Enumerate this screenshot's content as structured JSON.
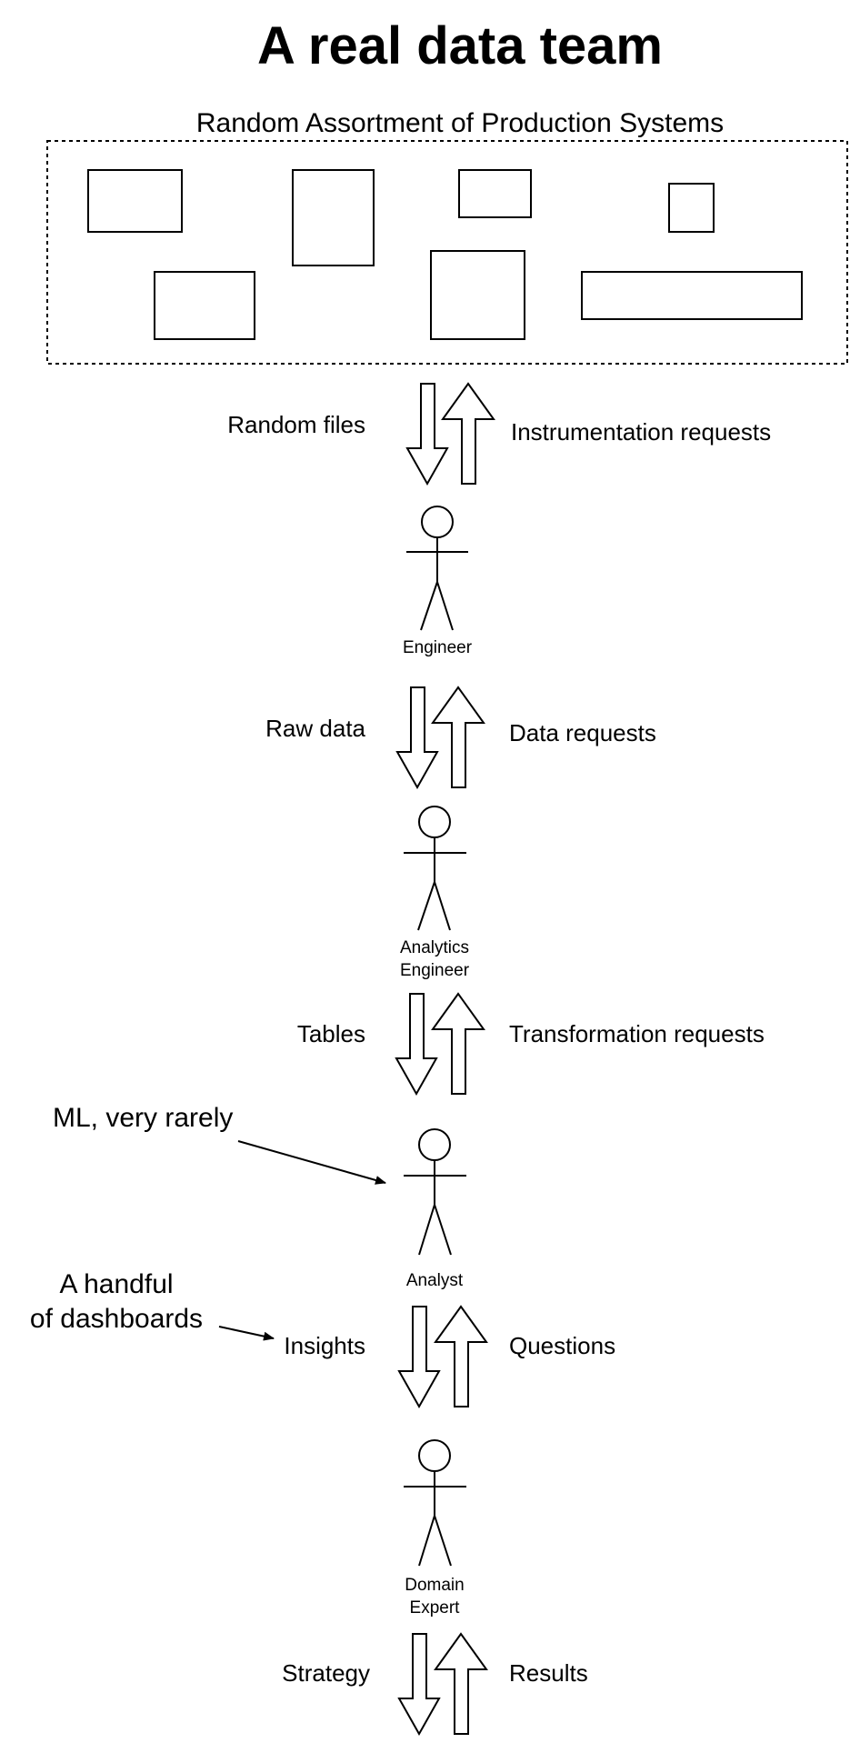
{
  "title": "A real data team",
  "production_box": {
    "label": "Random Assortment of Production Systems"
  },
  "flows": [
    {
      "down_label": "Random files",
      "up_label": "Instrumentation requests"
    },
    {
      "down_label": "Raw data",
      "up_label": "Data requests"
    },
    {
      "down_label": "Tables",
      "up_label": "Transformation requests"
    },
    {
      "down_label": "Insights",
      "up_label": "Questions"
    },
    {
      "down_label": "Strategy",
      "up_label": "Results"
    }
  ],
  "actors": [
    {
      "lines": [
        "Engineer"
      ]
    },
    {
      "lines": [
        "Analytics",
        "Engineer"
      ]
    },
    {
      "lines": [
        "Analyst"
      ]
    },
    {
      "lines": [
        "Domain",
        "Expert"
      ]
    }
  ],
  "annotations": {
    "ml": "ML, very rarely",
    "dashboards_line1": "A handful",
    "dashboards_line2": "of dashboards"
  }
}
